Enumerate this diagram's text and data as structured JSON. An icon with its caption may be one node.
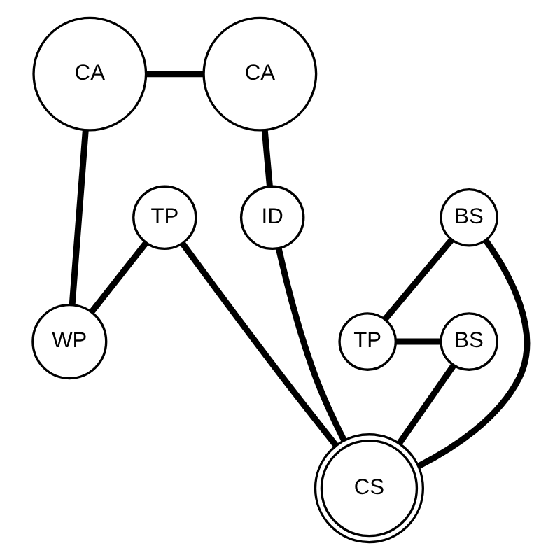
{
  "diagram": {
    "nodes": [
      {
        "text": [
          "CA"
        ]
      },
      {
        "text": [
          "CA"
        ]
      },
      {
        "text": [
          "WP"
        ]
      },
      {
        "text": [
          "BS"
        ]
      },
      {
        "text": [
          "TP"
        ]
      },
      {
        "text": [
          "ID"
        ]
      },
      {
        "text": [
          "BS"
        ]
      },
      {
        "text": [
          "TP"
        ]
      },
      {
        "text": [
          "CS"
        ]
      }
    ],
    "edges": [
      {
        "from": 0,
        "to": 1,
        "arrow": "none"
      },
      {
        "from": 1,
        "to": 5,
        "arrow": "none"
      },
      {
        "from": 5,
        "to": 8,
        "arrow": "none"
      },
      {
        "from": 8,
        "to": 4,
        "arrow": "none"
      },
      {
        "from": 4,
        "to": 2,
        "arrow": "none"
      },
      {
        "from": 2,
        "to": 0,
        "arrow": "none"
      },
      {
        "from": 3,
        "to": 7,
        "arrow": "none"
      },
      {
        "from": 7,
        "to": 6,
        "arrow": "none"
      },
      {
        "from": 6,
        "to": 8,
        "arrow": "none"
      },
      {
        "from": 8,
        "to": 3,
        "arrow": "none"
      }
    ]
  }
}
